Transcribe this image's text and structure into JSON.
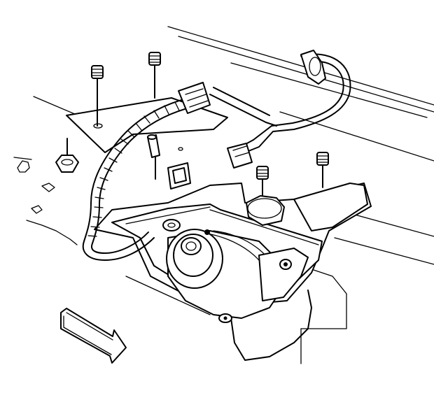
{
  "figure": {
    "background": "#ffffff",
    "line_color": "#000000",
    "components": [
      "vehicle-frame",
      "mounting-bracket",
      "air-compressor-motor",
      "wiring-harness",
      "electrical-connector",
      "mounting-bolt",
      "mounting-nut",
      "direction-arrow-icon"
    ]
  }
}
